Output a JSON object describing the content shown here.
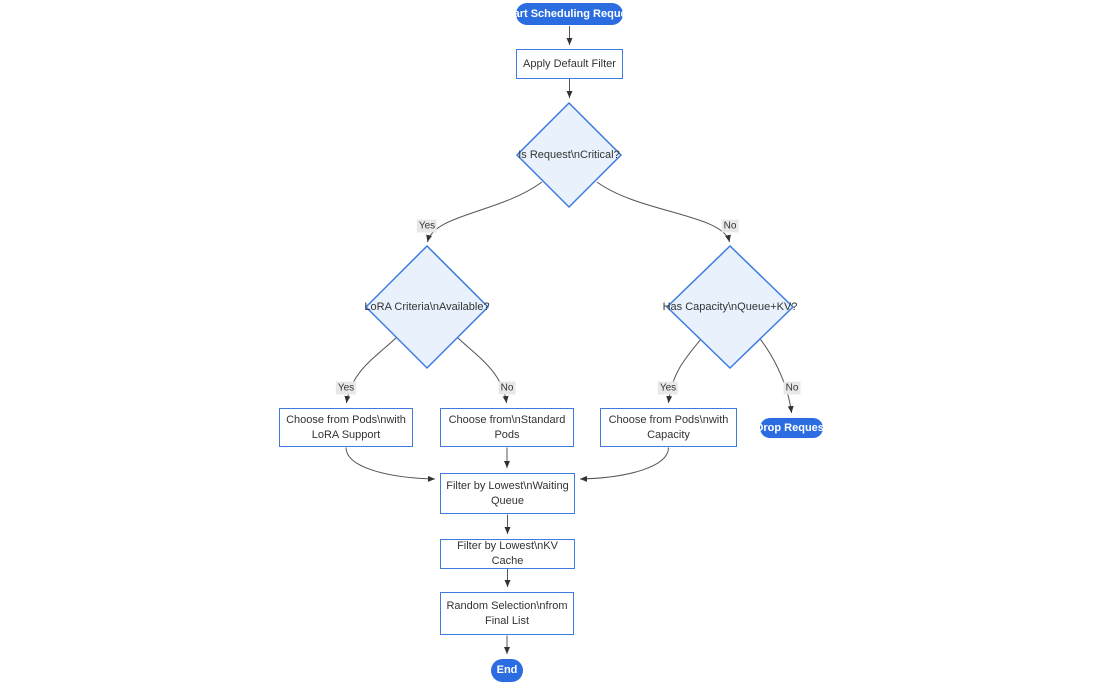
{
  "diagram": {
    "type": "flowchart",
    "direction": "top-down",
    "nodes": {
      "start": {
        "label": "Start Scheduling Request",
        "shape": "stadium"
      },
      "apply_filter": {
        "label": "Apply Default Filter",
        "shape": "rect"
      },
      "is_critical": {
        "label": "Is Request\\nCritical?",
        "shape": "diamond"
      },
      "lora_criteria": {
        "label": "LoRA Criteria\\nAvailable?",
        "shape": "diamond"
      },
      "has_capacity": {
        "label": "Has Capacity\\nQueue+KV?",
        "shape": "diamond"
      },
      "choose_lora": {
        "label": "Choose from Pods\\nwith\nLoRA Support",
        "shape": "rect"
      },
      "choose_standard": {
        "label": "Choose from\\nStandard\nPods",
        "shape": "rect"
      },
      "choose_capacity": {
        "label": "Choose from Pods\\nwith\nCapacity",
        "shape": "rect"
      },
      "drop_request": {
        "label": "Drop Request",
        "shape": "stadium"
      },
      "filter_waiting": {
        "label": "Filter by Lowest\\nWaiting\nQueue",
        "shape": "rect"
      },
      "filter_kv": {
        "label": "Filter by Lowest\\nKV Cache",
        "shape": "rect"
      },
      "random_selection": {
        "label": "Random Selection\\nfrom\nFinal List",
        "shape": "rect"
      },
      "end": {
        "label": "End",
        "shape": "stadium"
      }
    },
    "edge_labels": {
      "critical_yes": "Yes",
      "critical_no": "No",
      "lora_yes": "Yes",
      "lora_no": "No",
      "capacity_yes": "Yes",
      "capacity_no": "No"
    },
    "colors": {
      "pill_fill": "#2b6ce0",
      "pill_text": "#ffffff",
      "rect_fill": "#ffffff",
      "node_border": "#3d7be0",
      "diamond_fill": "#e9f2fc",
      "text": "#333333",
      "edge": "#555555",
      "arrowhead": "#333333",
      "edge_label_bg": "#e8e8e8"
    }
  }
}
